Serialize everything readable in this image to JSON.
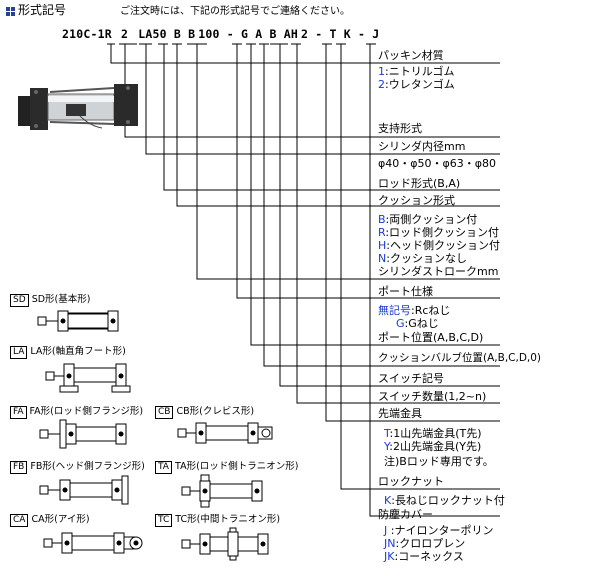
{
  "header": {
    "title": "形式記号",
    "notice": "ご注文時には、下記の形式記号でご連絡ください。"
  },
  "code": {
    "parts": [
      "210C-1R",
      "2",
      "LA",
      "50",
      "B",
      "B",
      "100",
      "-",
      "G",
      "A",
      "B",
      "AH",
      "2",
      "-",
      "T",
      "K",
      "-",
      "J"
    ]
  },
  "items": {
    "packing": {
      "label": "パッキン材質",
      "options": [
        {
          "key": "1",
          "sep": ":",
          "text": "ニトリルゴム"
        },
        {
          "key": "2",
          "sep": ":",
          "text": "ウレタンゴム"
        }
      ]
    },
    "mount": {
      "label": "支持形式"
    },
    "bore": {
      "label": "シリンダ内径mm",
      "values": "φ40・φ50・φ63・φ80"
    },
    "rod": {
      "label": "ロッド形式(B,A)"
    },
    "cushion": {
      "label": "クッション形式",
      "options": [
        {
          "key": "B",
          "sep": ":",
          "text": "両側クッション付"
        },
        {
          "key": "R",
          "sep": ":",
          "text": "ロッド側クッション付"
        },
        {
          "key": "H",
          "sep": ":",
          "text": "ヘッド側クッション付"
        },
        {
          "key": "N",
          "sep": ":",
          "text": "クッションなし"
        }
      ]
    },
    "stroke": {
      "label": "シリンダストロークmm"
    },
    "port": {
      "label": "ポート仕様",
      "options": [
        {
          "key": "無記号",
          "sep": ":",
          "text": "Rcねじ"
        },
        {
          "key": "G",
          "sep": ":",
          "text": "Gねじ"
        }
      ]
    },
    "port_pos": {
      "label": "ポート位置(A,B,C,D)"
    },
    "cushion_valve": {
      "label": "クッションバルブ位置(A,B,C,D,0)"
    },
    "switch": {
      "label": "スイッチ記号"
    },
    "switch_qty": {
      "label": "スイッチ数量(1,2~n)"
    },
    "tip": {
      "label": "先端金具",
      "options": [
        {
          "key": "T",
          "sep": ":",
          "text": "1山先端金具(T先)"
        },
        {
          "key": "Y",
          "sep": ":",
          "text": "2山先端金具(Y先)"
        }
      ],
      "note": "注)Bロッド専用です。"
    },
    "locknut": {
      "label": "ロックナット",
      "options": [
        {
          "key": "K",
          "sep": ":",
          "text": "長ねじロックナット付"
        }
      ]
    },
    "cover": {
      "label": "防塵カバー",
      "options": [
        {
          "key": "J",
          "sep": " :",
          "text": "ナイロンターポリン"
        },
        {
          "key": "JN",
          "sep": ":",
          "text": "クロロプレン"
        },
        {
          "key": "JK",
          "sep": ":",
          "text": "コーネックス"
        }
      ]
    }
  },
  "mounts": [
    {
      "code": "SD",
      "label": "SD形(基本形)"
    },
    {
      "code": "LA",
      "label": "LA形(軸直角フート形)"
    },
    {
      "code": "FA",
      "label": "FA形(ロッド側フランジ形)"
    },
    {
      "code": "CB",
      "label": "CB形(クレビス形)"
    },
    {
      "code": "FB",
      "label": "FB形(ヘッド側フランジ形)"
    },
    {
      "code": "TA",
      "label": "TA形(ロッド側トラニオン形)"
    },
    {
      "code": "CA",
      "label": "CA形(アイ形)"
    },
    {
      "code": "TC",
      "label": "TC形(中間トラニオン形)"
    }
  ],
  "colors": {
    "accent": "#1a3bd1",
    "header_icon": "#2a3f9a"
  }
}
